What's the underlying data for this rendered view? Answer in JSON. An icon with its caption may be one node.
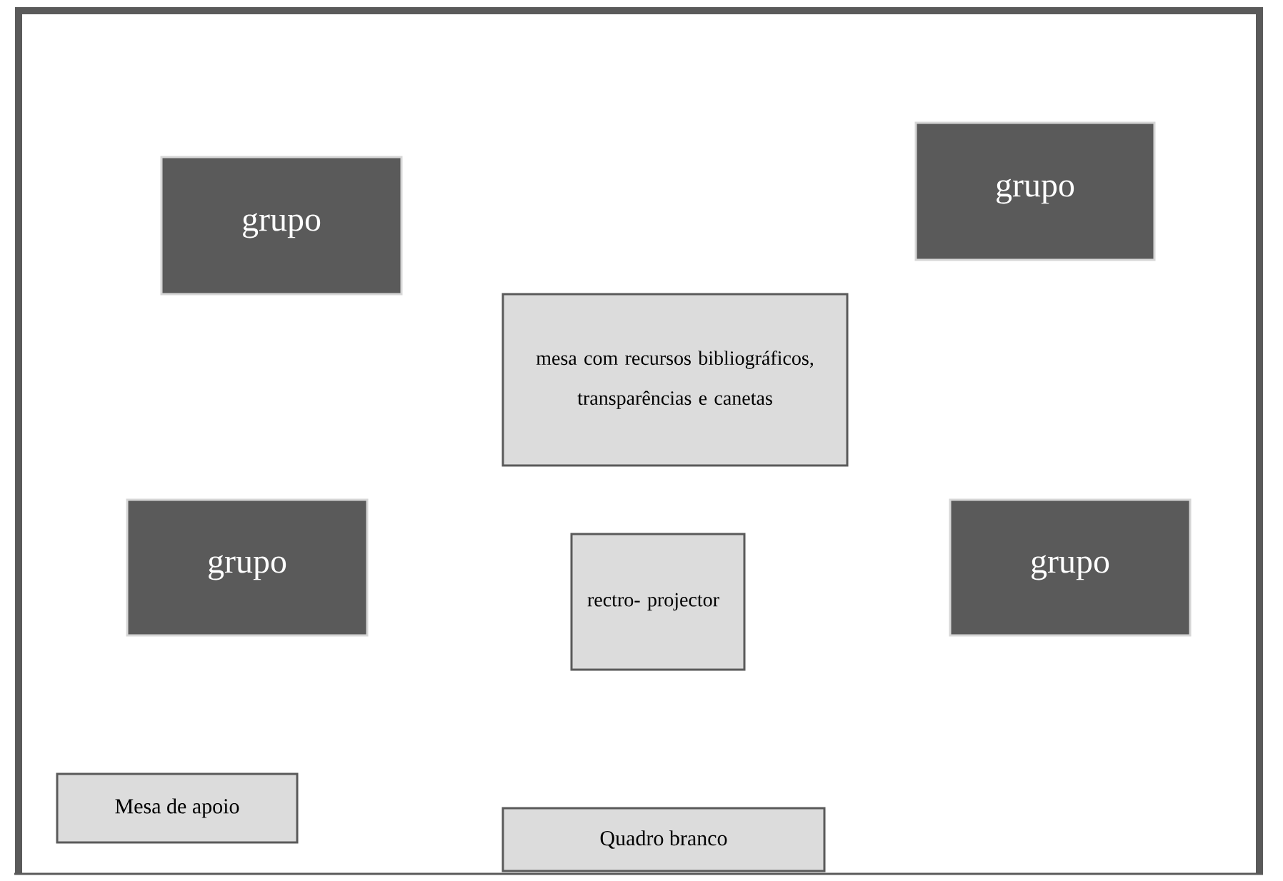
{
  "diagram": {
    "nodes": [
      {
        "text": [
          "grupo"
        ]
      },
      {
        "text": [
          "grupo"
        ]
      },
      {
        "text": [
          "mesa com recursos bibliográficos, transparências e canetas"
        ]
      },
      {
        "text": [
          "grupo"
        ]
      },
      {
        "text": [
          "rectro- projector"
        ]
      },
      {
        "text": [
          "grupo"
        ]
      },
      {
        "text": [
          "Mesa de apoio"
        ]
      },
      {
        "text": [
          "Quadro branco"
        ]
      }
    ]
  }
}
